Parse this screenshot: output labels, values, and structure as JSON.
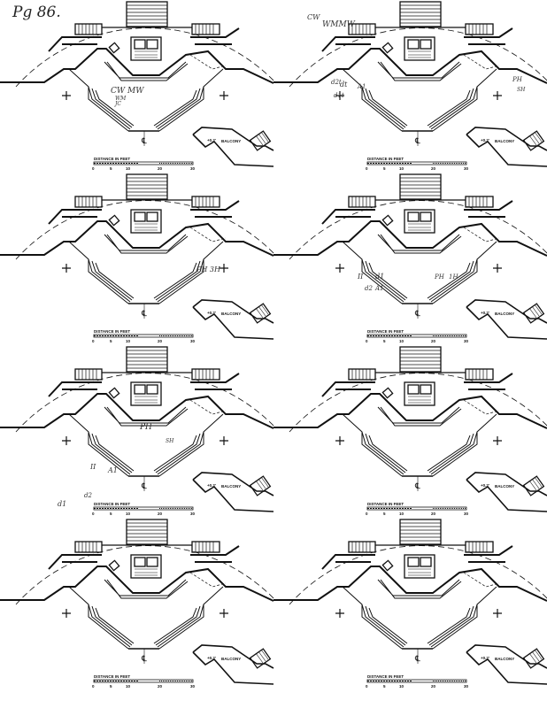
{
  "page_label": "Pg 86.",
  "plan": {
    "balcony_level": "+0.2'",
    "balcony_label": "BALCONY",
    "centerline": "℄",
    "scale_title": "DISTANCE IN FEET",
    "scale_ticks": [
      "0",
      "5",
      "10",
      "20",
      "30"
    ]
  },
  "panels": [
    {
      "annotations": [
        "CW  MW",
        "WM",
        "JC"
      ]
    },
    {
      "annotations": [
        "CW",
        "WMMW",
        "dt",
        "A1",
        "d2t",
        "d1t",
        "PH",
        "SH"
      ]
    },
    {
      "annotations": [
        "PH 3H"
      ]
    },
    {
      "annotations": [
        "II",
        "d1",
        "A1",
        "d2",
        "PH",
        "1H"
      ]
    },
    {
      "annotations": [
        "PH",
        "SH",
        "II",
        "A1",
        "d1",
        "d2"
      ]
    },
    {
      "annotations": []
    },
    {
      "annotations": []
    },
    {
      "annotations": []
    }
  ],
  "colors": {
    "ink": "#111111",
    "pencil": "#555555"
  }
}
